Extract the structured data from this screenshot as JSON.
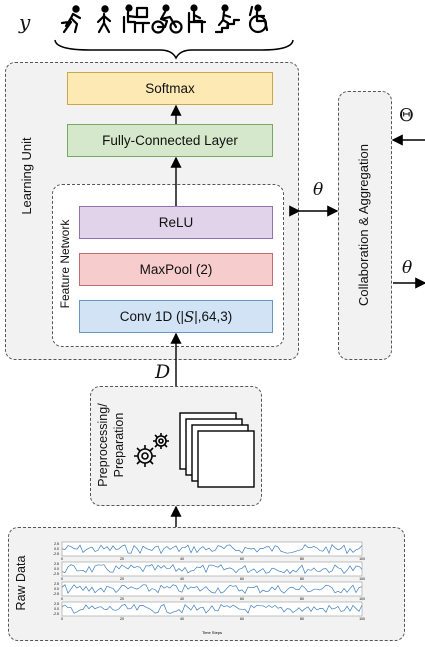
{
  "labels": {
    "y": "y",
    "theta_mid": "θ",
    "theta_out": "θ",
    "Theta_in": "Θ",
    "D": "D"
  },
  "learning_unit": {
    "title": "Learning Unit"
  },
  "feature_network": {
    "title": "Feature Network"
  },
  "blocks": {
    "softmax": "Softmax",
    "fc": "Fully-Connected Layer",
    "relu": "ReLU",
    "maxpool": "MaxPool (2)",
    "conv_prefix": "Conv 1D (|",
    "conv_symbol": "S",
    "conv_suffix": "|,64,3)"
  },
  "collab": {
    "title": "Collaboration & Aggregation"
  },
  "preprocessing": {
    "line1": "Preprocessing/",
    "line2": "Preparation"
  },
  "raw_data": {
    "title": "Raw Data",
    "x_ticks": [
      "0",
      "20",
      "40",
      "60",
      "80",
      "100"
    ],
    "x_label": "Time Steps",
    "y_ticks": [
      "2.5",
      "0.0",
      "-2.5"
    ]
  },
  "activities": [
    "running-icon",
    "walking-icon",
    "desk-work-icon",
    "cycling-icon",
    "sitting-icon",
    "stairs-icon",
    "wheelchair-icon"
  ],
  "colors": {
    "softmax": "#fde9b4",
    "softmax_border": "#c9a84b",
    "fc": "#d6e8cc",
    "fc_border": "#7aa766",
    "relu": "#e1d4ea",
    "relu_border": "#9273ad",
    "maxpool": "#f6cccc",
    "maxpool_border": "#bf6f6f",
    "conv": "#d2e3f6",
    "conv_border": "#6b93c4",
    "signal": "#3c7fc2"
  }
}
